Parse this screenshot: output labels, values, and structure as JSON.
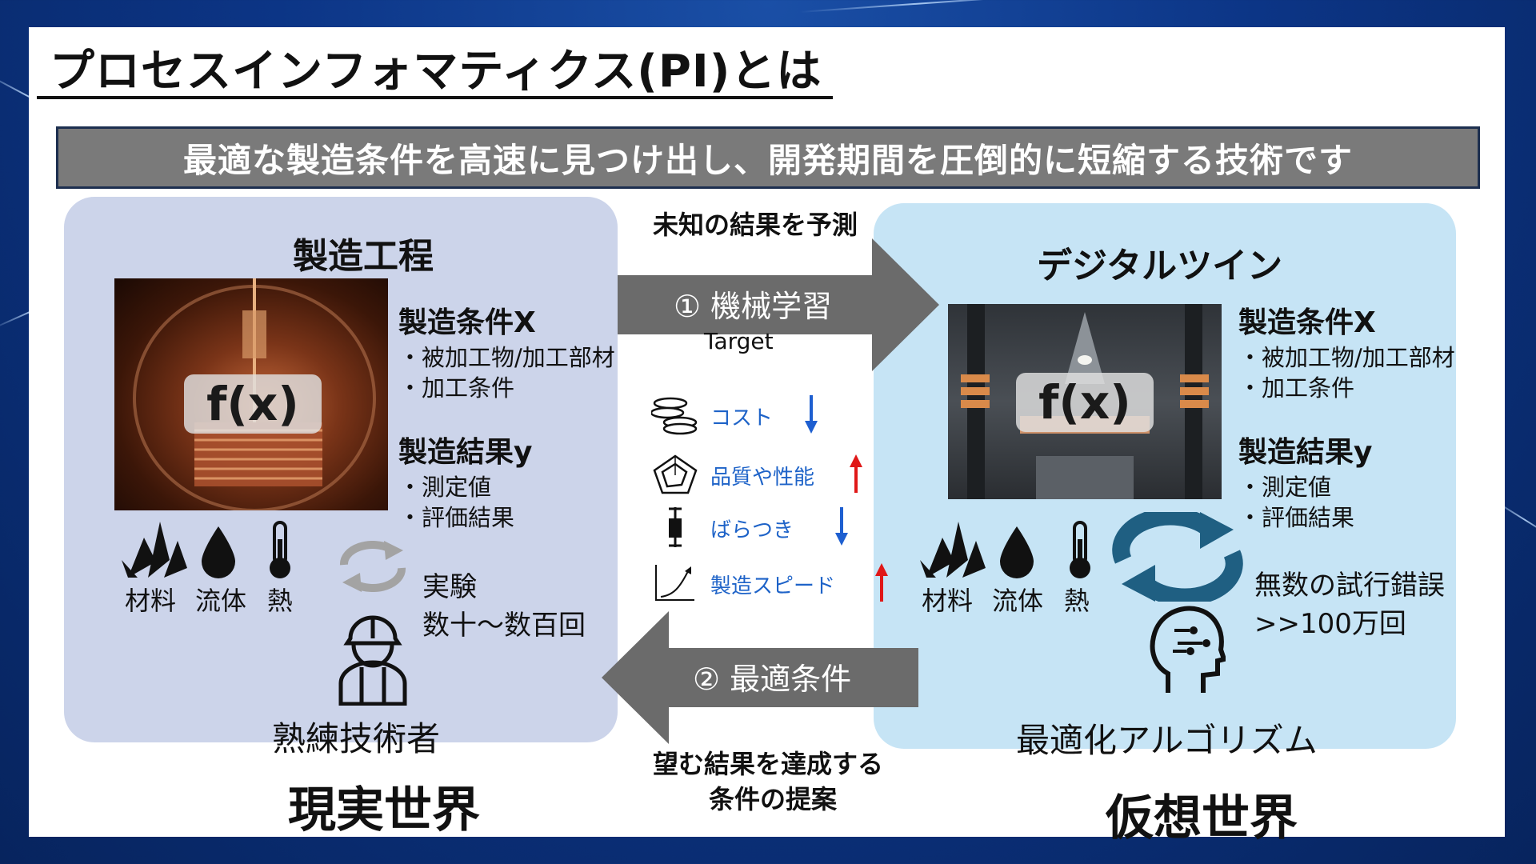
{
  "title": "プロセスインフォマティクス(PI)とは",
  "banner": "最適な製造条件を高速に見つけ出し、開発期間を圧倒的に短縮する技術です",
  "left_panel": {
    "heading": "製造工程",
    "fx": "f(x)",
    "condition_label": "製造条件X",
    "condition_items": [
      "・被加工物/加工部材",
      "・加工条件"
    ],
    "result_label": "製造結果y",
    "result_items": [
      "・測定値",
      "・評価結果"
    ],
    "icon_labels": [
      "材料",
      "流体",
      "熱"
    ],
    "experiment_lines": [
      "実験",
      "数十～数百回"
    ],
    "actor": "熟練技術者"
  },
  "right_panel": {
    "heading": "デジタルツイン",
    "fx": "f(x)",
    "condition_label": "製造条件X",
    "condition_items": [
      "・被加工物/加工部材",
      "・加工条件"
    ],
    "result_label": "製造結果y",
    "result_items": [
      "・測定値",
      "・評価結果"
    ],
    "icon_labels": [
      "材料",
      "流体",
      "熱"
    ],
    "trial_lines": [
      "無数の試行錯誤",
      ">>100万回"
    ],
    "actor": "最適化アルゴリズム"
  },
  "middle": {
    "top_caption": "未知の結果を予測",
    "arrow_right_label": "① 機械学習",
    "target_title": "Target",
    "targets": [
      {
        "label": "コスト",
        "direction": "down",
        "icon": "coins-icon"
      },
      {
        "label": "品質や性能",
        "direction": "up",
        "icon": "radar-chart-icon"
      },
      {
        "label": "ばらつき",
        "direction": "down",
        "icon": "boxplot-icon"
      },
      {
        "label": "製造スピード",
        "direction": "up",
        "icon": "growth-chart-icon"
      }
    ],
    "arrow_left_label": "② 最適条件",
    "bottom_caption_lines": [
      "望む結果を達成する",
      "条件の提案"
    ]
  },
  "worlds": {
    "real": "現実世界",
    "virtual": "仮想世界"
  },
  "colors": {
    "arrow": "#6b6b6b",
    "down_arrow": "#1e5fd0",
    "up_arrow": "#e01818",
    "cycle_dark": "#1f5f82",
    "cycle_gray": "#9a9a9a"
  }
}
